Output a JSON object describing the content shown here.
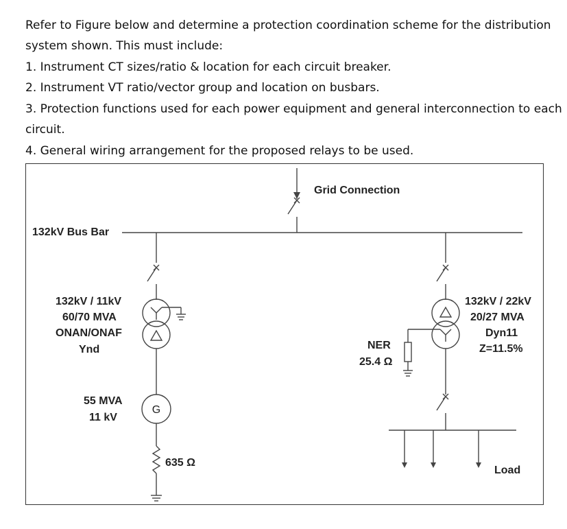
{
  "question": {
    "intro_1": "Refer to Figure below and determine a protection coordination scheme for the distribution",
    "intro_2": "system shown. This must include:",
    "item_1": "1. Instrument CT sizes/ratio & location for each circuit breaker.",
    "item_2": "2. Instrument VT ratio/vector group and location on busbars.",
    "item_3a": "3. Protection functions used for each power equipment and general interconnection to each",
    "item_3b": "circuit.",
    "item_4": "4. General wiring arrangement for the proposed relays to be used."
  },
  "diagram": {
    "grid_connection": "Grid Connection",
    "bus_label": "132kV Bus Bar",
    "tx1": {
      "line1": "132kV / 11kV",
      "line2": "60/70 MVA",
      "line3": "ONAN/ONAF",
      "line4": "Ynd"
    },
    "generator": {
      "line1": "55 MVA",
      "line2": "11 kV",
      "symbol": "G"
    },
    "gen_resistor": "635 Ω",
    "tx2": {
      "line1": "132kV / 22kV",
      "line2": "20/27 MVA",
      "line3": "Dyn11",
      "line4": "Z=11.5%"
    },
    "ner": {
      "line1": "NER",
      "line2": "25.4 Ω"
    },
    "load_label": "Load"
  }
}
